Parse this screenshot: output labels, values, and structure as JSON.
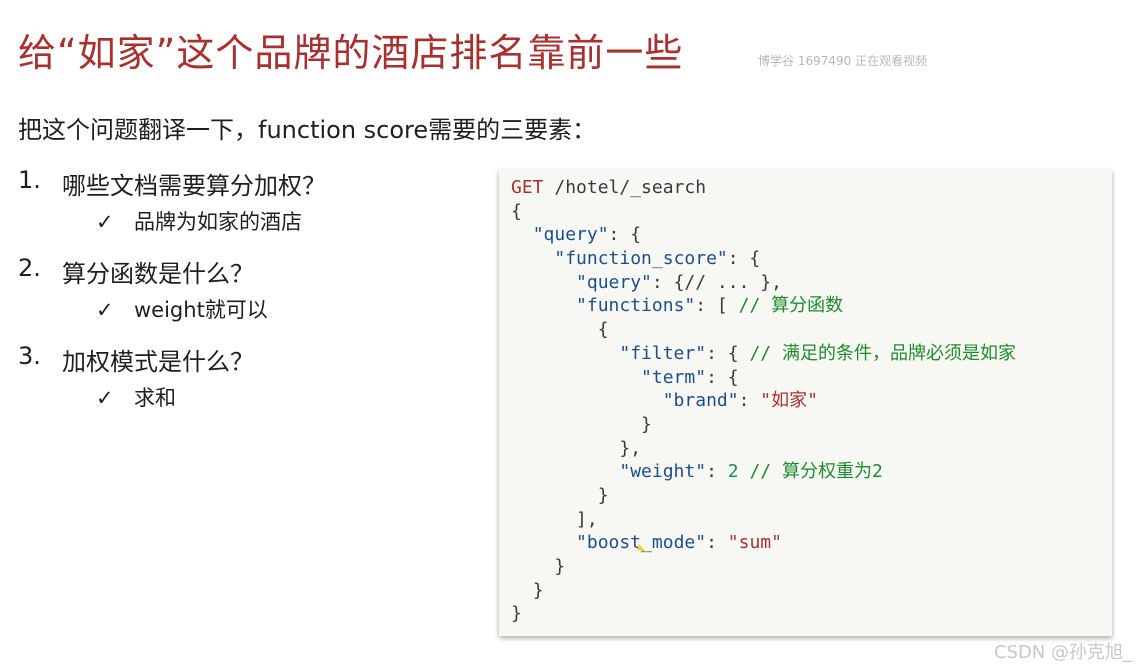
{
  "title": "给“如家”这个品牌的酒店排名靠前一些",
  "watermark": "博学谷 1697490 正在观看视频",
  "intro": "把这个问题翻译一下，function score需要的三要素：",
  "questions": [
    {
      "num": "1.",
      "text": "哪些文档需要算分加权？",
      "check": "✓",
      "answer": "品牌为如家的酒店"
    },
    {
      "num": "2.",
      "text": "算分函数是什么？",
      "check": "✓",
      "answer": "weight就可以"
    },
    {
      "num": "3.",
      "text": "加权模式是什么？",
      "check": "✓",
      "answer": "求和"
    }
  ],
  "code": {
    "l1_kw": "GET",
    "l1_path": " /hotel/_search",
    "brace_open": "{",
    "brace_close": "}",
    "k_query": "\"query\"",
    "k_function_score": "\"function_score\"",
    "inner_query_rest": ": {// ... },",
    "k_functions": "\"functions\"",
    "functions_rest": ": [ ",
    "c_functions": "// 算分函数",
    "k_filter": "\"filter\"",
    "filter_rest": ": { ",
    "c_filter": "// 满足的条件，品牌必须是如家",
    "k_term": "\"term\"",
    "k_brand": "\"brand\"",
    "v_brand": "\"如家\"",
    "close_comma": "},",
    "k_weight": "\"weight\"",
    "v_weight": "2",
    "c_weight": "// 算分权重为2",
    "array_close": "],",
    "k_boost_mode": "\"boost_mode\"",
    "v_boost_mode": "\"sum\"",
    "colon_brace": ": {",
    "colon": ": "
  },
  "footer": "CSDN @孙克旭_"
}
